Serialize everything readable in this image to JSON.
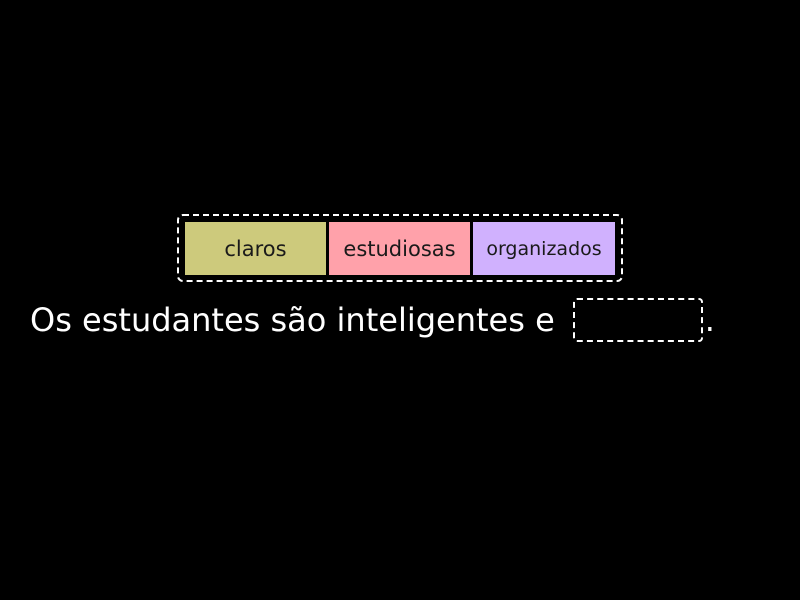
{
  "activity": {
    "options": [
      {
        "label": "claros",
        "color": "#cdca7c"
      },
      {
        "label": "estudiosas",
        "color": "#ffa1aa"
      },
      {
        "label": "organizados",
        "color": "#d0b1fe"
      }
    ],
    "sentence": {
      "before_blank": "Os estudantes são inteligentes e",
      "blank_value": "",
      "after_blank": "."
    }
  }
}
